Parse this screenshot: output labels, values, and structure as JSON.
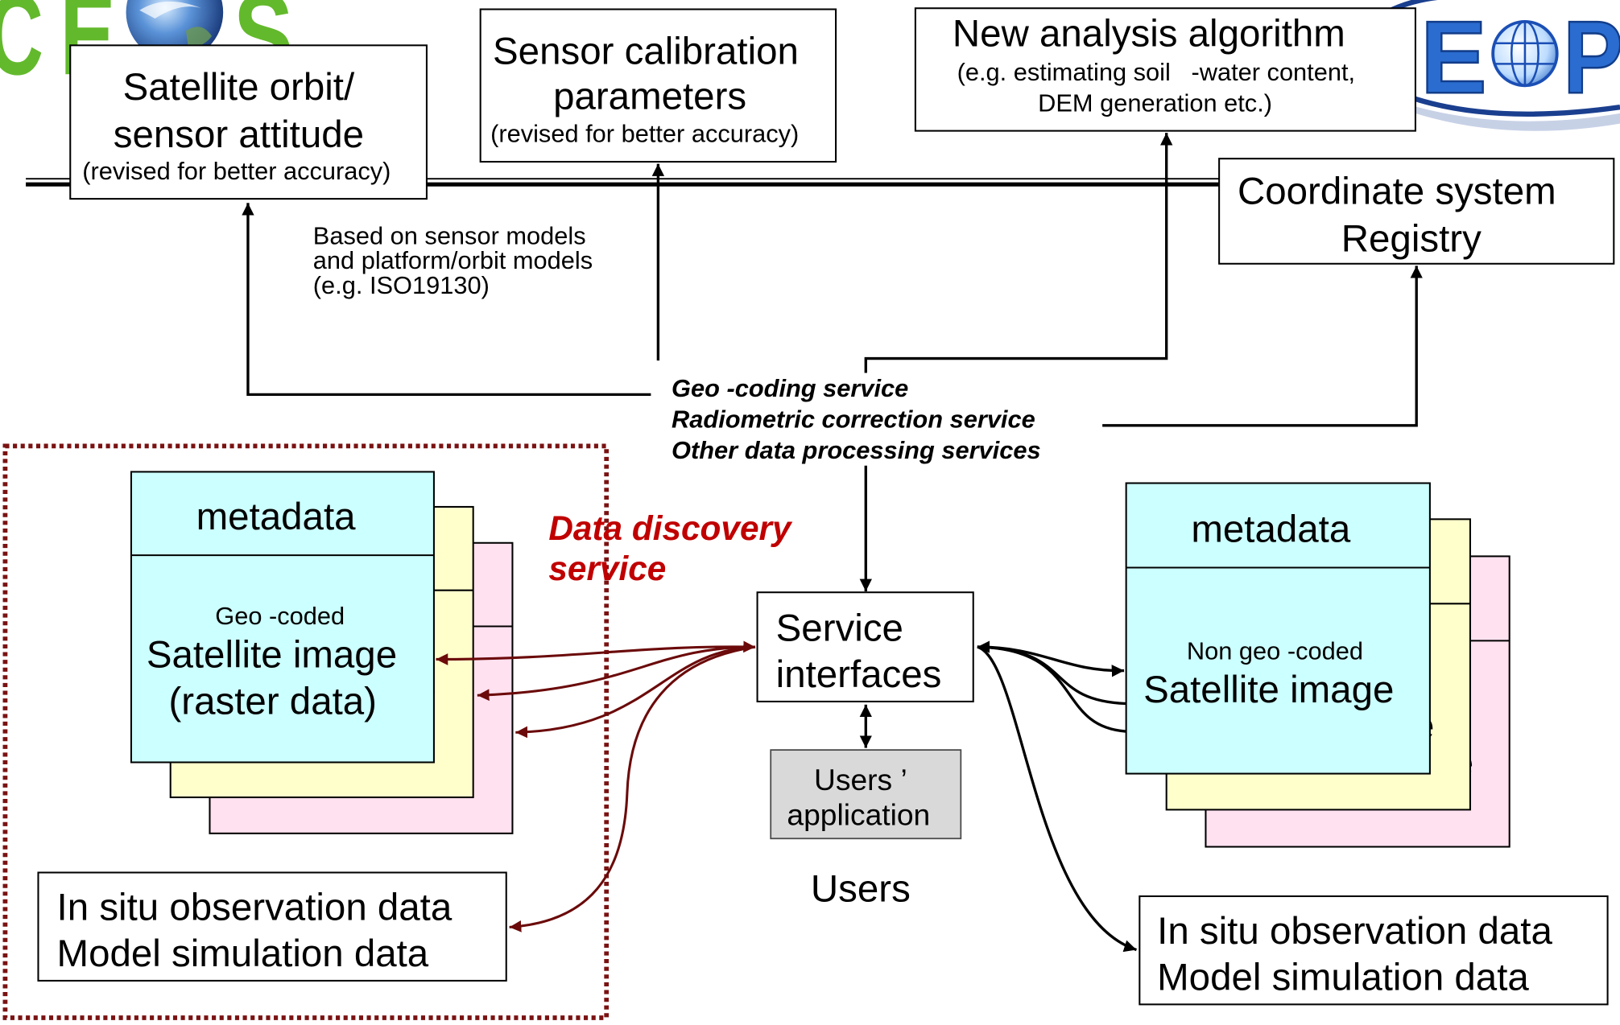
{
  "logos": {
    "left_glyphs": [
      "C",
      "E",
      "S"
    ],
    "right_glyphs": [
      "E",
      "P"
    ]
  },
  "colors": {
    "logo_green": "#63b92c",
    "logo_blue": "#2a6cd0",
    "card_front": "#ccffff",
    "card_middle": "#ffffcc",
    "card_back": "#ffe1f0",
    "users_application_fill": "#d9d9d9",
    "discovery_text": "#c00000",
    "discovery_border": "#7a1212",
    "discovery_arrows": "#6b0a0a"
  },
  "top_boxes": {
    "orbit": [
      "Satellite orbit/",
      "sensor attitude",
      "(revised for better accuracy)"
    ],
    "calibration": [
      "Sensor calibration",
      "parameters",
      "(revised for better accuracy)"
    ],
    "algorithm": [
      "New analysis algorithm",
      "(e.g. estimating soil   -water content,",
      "DEM generation etc.)"
    ],
    "registry": [
      "Coordinate system",
      "Registry"
    ]
  },
  "sensor_note": [
    "Based on sensor models",
    "and platform/orbit models",
    "(e.g. ISO19130)"
  ],
  "services": [
    "Geo -coding service",
    "Radiometric correction service",
    "Other data processing services"
  ],
  "discovery_label": [
    "Data discovery",
    "service"
  ],
  "left_stack": {
    "header": "metadata",
    "lines": [
      "Geo -coded",
      "Satellite image",
      "(raster data)"
    ]
  },
  "right_stack": {
    "header": "metadata",
    "lines": [
      "Non geo -coded",
      "Satellite image"
    ]
  },
  "service_interfaces": [
    "Service",
    "interfaces"
  ],
  "users_application": [
    "Users ’",
    "application"
  ],
  "users_label": "Users",
  "in_situ_left": [
    "In situ observation data",
    "Model simulation data"
  ],
  "in_situ_right": [
    "In situ observation data",
    "Model simulation data"
  ]
}
